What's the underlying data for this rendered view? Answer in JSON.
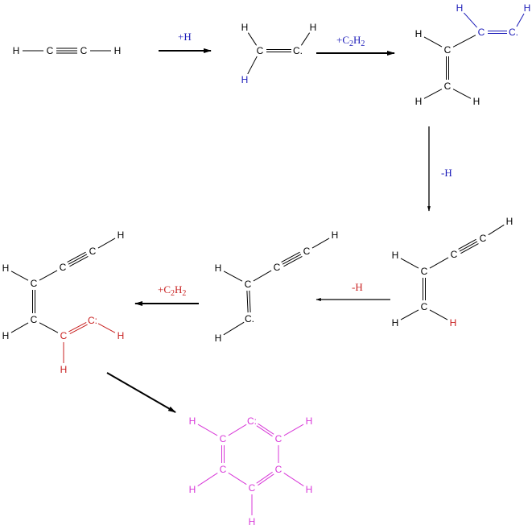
{
  "colors": {
    "black": "#000000",
    "blue": "#1a1ab8",
    "red": "#c82020",
    "magenta": "#d838d8"
  },
  "reactions": [
    {
      "label": "+H",
      "color": "#1a1ab8"
    },
    {
      "label_parts": [
        "+C",
        "2",
        "H",
        "2"
      ],
      "color": "#1a1ab8"
    },
    {
      "label": "-H",
      "color": "#1a1ab8"
    },
    {
      "label": "-H",
      "color": "#c82020"
    },
    {
      "label_parts": [
        "+C",
        "2",
        "H",
        "2"
      ],
      "color": "#c82020"
    }
  ],
  "molecules": {
    "acetylene": [
      "H",
      "C",
      "C",
      "H"
    ],
    "vinyl": [
      "C",
      "C.",
      "H",
      "H",
      "H"
    ],
    "butadienyl": [
      "C",
      "C",
      "H",
      "H",
      "H",
      "C",
      "C.",
      "H",
      "H"
    ],
    "vinylacetylene": [
      "C",
      "C",
      "H",
      "H",
      "H",
      "C",
      "C",
      "H"
    ],
    "butenynyl": [
      "C",
      "C.",
      "H",
      "H",
      "C",
      "C",
      "H"
    ],
    "hexadienynyl": [
      "C",
      "C",
      "H",
      "H",
      "C",
      "C",
      "H",
      "C",
      "C:",
      "H",
      "H"
    ],
    "phenyl": [
      "C:",
      "C",
      "C",
      "C",
      "C",
      "C",
      "H",
      "H",
      "H",
      "H",
      "H"
    ]
  }
}
